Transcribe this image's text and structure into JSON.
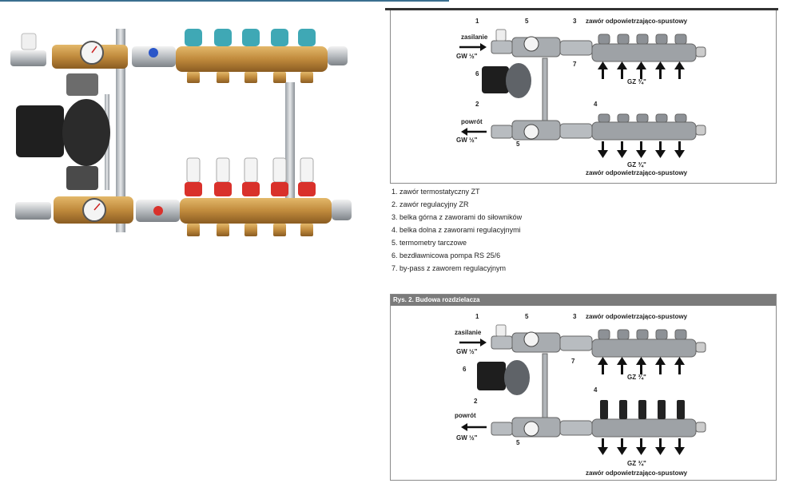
{
  "legend": {
    "items": [
      "1. zawór termostatyczny ZT",
      "2. zawór regulacyjny ZR",
      "3. belka górna z zaworami do siłowników",
      "4. belka dolna  z zaworami regulacyjnymi",
      "5. termometry tarczowe",
      "6. bezdławnicowa pompa RS 25/6",
      "7. by-pass  z zaworem regulacyjnym"
    ]
  },
  "figure2": {
    "title": "Rys. 2. Budowa rozdzielacza"
  },
  "diagram": {
    "top_caption": "zawór odpowietrzająco-spustowy",
    "bottom_caption": "zawór odpowietrzająco-spustowy",
    "supply_label": "zasilanie",
    "return_label": "powrót",
    "supply_thread": "GW ½\"",
    "return_thread": "GW ½\"",
    "outlet_thread": "GZ ¾\"",
    "callouts": [
      "1",
      "2",
      "3",
      "4",
      "5",
      "6",
      "7"
    ]
  },
  "colors": {
    "accent": "#3a6f8f",
    "header_bar": "#7b7b7b",
    "brass": "#c89a4a",
    "valve_blue": "#3fa8b5",
    "valve_red": "#d9312b"
  }
}
